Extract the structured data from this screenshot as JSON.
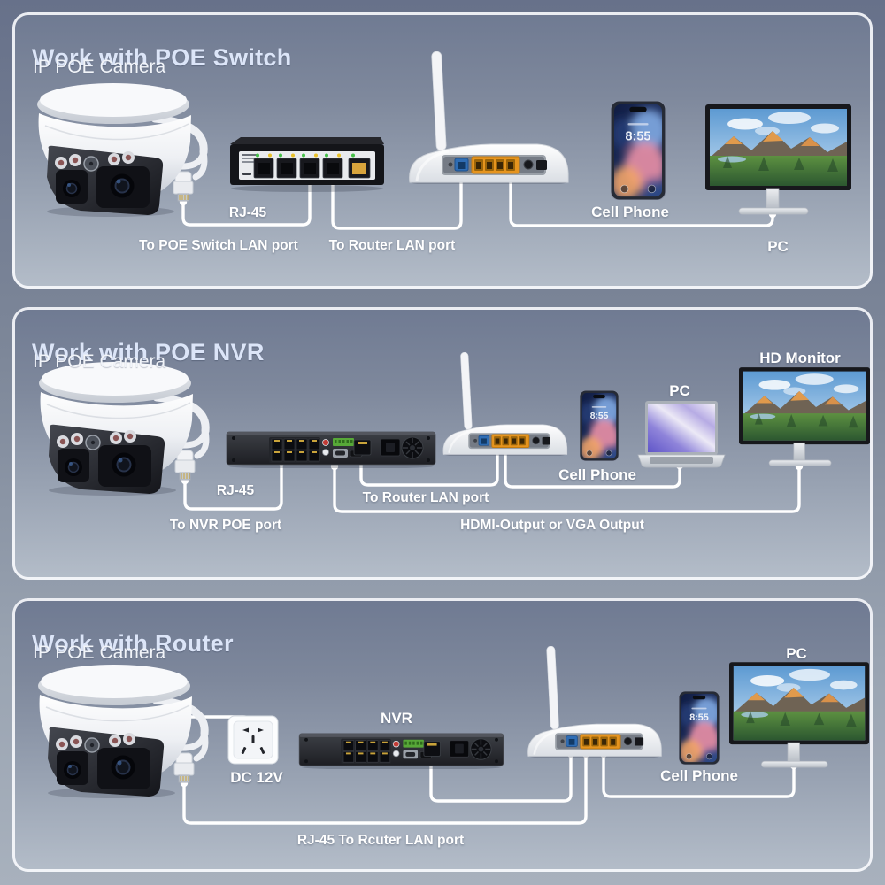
{
  "panels": [
    {
      "title": "Work with POE Switch",
      "subtitle": "IP POE Camera",
      "phone_time": "8:55",
      "labels": {
        "rj45": "RJ-45",
        "to_poe_switch": "To POE Switch LAN port",
        "to_router": "To Router LAN port",
        "cell_phone": "Cell Phone",
        "pc": "PC"
      }
    },
    {
      "title": "Work with POE NVR",
      "subtitle": "IP POE Camera",
      "phone_time": "8:55",
      "labels": {
        "hd_monitor": "HD Monitor",
        "pc": "PC",
        "rj45": "RJ-45",
        "to_nvr_poe": "To NVR POE port",
        "to_router": "To Router LAN port",
        "hdmi_vga": "HDMI-Output or VGA Output",
        "cell_phone": "Cell Phone"
      }
    },
    {
      "title": "Work with Router",
      "subtitle": "IP POE Camera",
      "phone_time": "8:55",
      "labels": {
        "pc": "PC",
        "nvr": "NVR",
        "dc12v": "DC 12V",
        "cell_phone": "Cell Phone",
        "rj45_to_router": "RJ-45 To Rcuter LAN port"
      }
    }
  ],
  "colors": {
    "title": "#dce5f8",
    "label": "#ffffff",
    "line": "#ffffff",
    "panel_top": "#6f7a92",
    "panel_bottom": "#b4bdc9",
    "router_lan_port": "#e6941e",
    "router_wan_port": "#2f6db4"
  }
}
